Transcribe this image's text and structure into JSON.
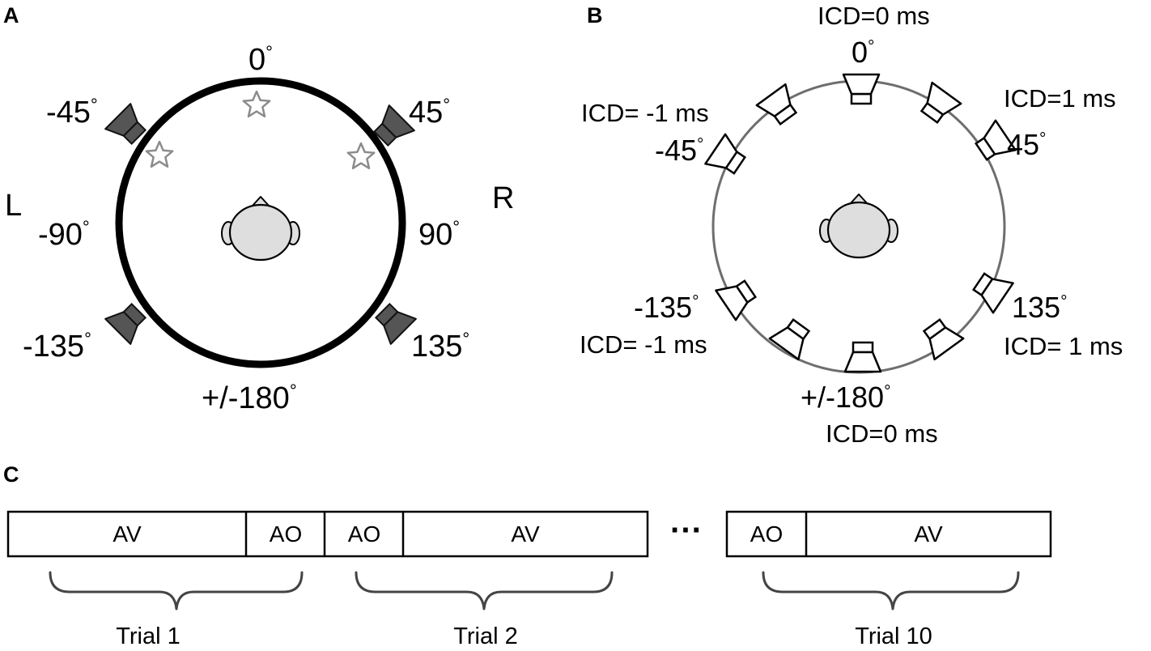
{
  "panel_a": {
    "label": "A",
    "angles": {
      "top": "0",
      "right": "90",
      "bottom": "+/-180",
      "left": "-90",
      "front_left": "-45",
      "front_right": "45",
      "back_left": "-135",
      "back_right": "135"
    },
    "degree_symbol": "°",
    "side_left": "L",
    "side_right": "R",
    "colors": {
      "circle": "#000000",
      "speaker": "#555555",
      "star": "#8c8c8c",
      "head": "#dedede"
    }
  },
  "panel_b": {
    "label": "B",
    "angles": {
      "top": "0",
      "bottom": "+/-180",
      "front_left": "-45",
      "front_right": "45",
      "back_left": "-135",
      "back_right": "135"
    },
    "icd": {
      "top": "ICD=0 ms",
      "bottom": "ICD=0 ms",
      "front_left": "ICD= -1 ms",
      "front_right": "ICD=1 ms",
      "back_left": "ICD= -1 ms",
      "back_right": "ICD= 1 ms"
    },
    "colors": {
      "circle": "#6e6e6e",
      "speaker": "#ffffff"
    }
  },
  "panel_c": {
    "label": "C",
    "ellipsis": "···",
    "segments": [
      {
        "label": "AV"
      },
      {
        "label": "AO"
      },
      {
        "label": "AO"
      },
      {
        "label": "AV"
      },
      {
        "label": "AO"
      },
      {
        "label": "AV"
      }
    ],
    "trials": [
      "Trial 1",
      "Trial 2",
      "Trial 10"
    ]
  }
}
